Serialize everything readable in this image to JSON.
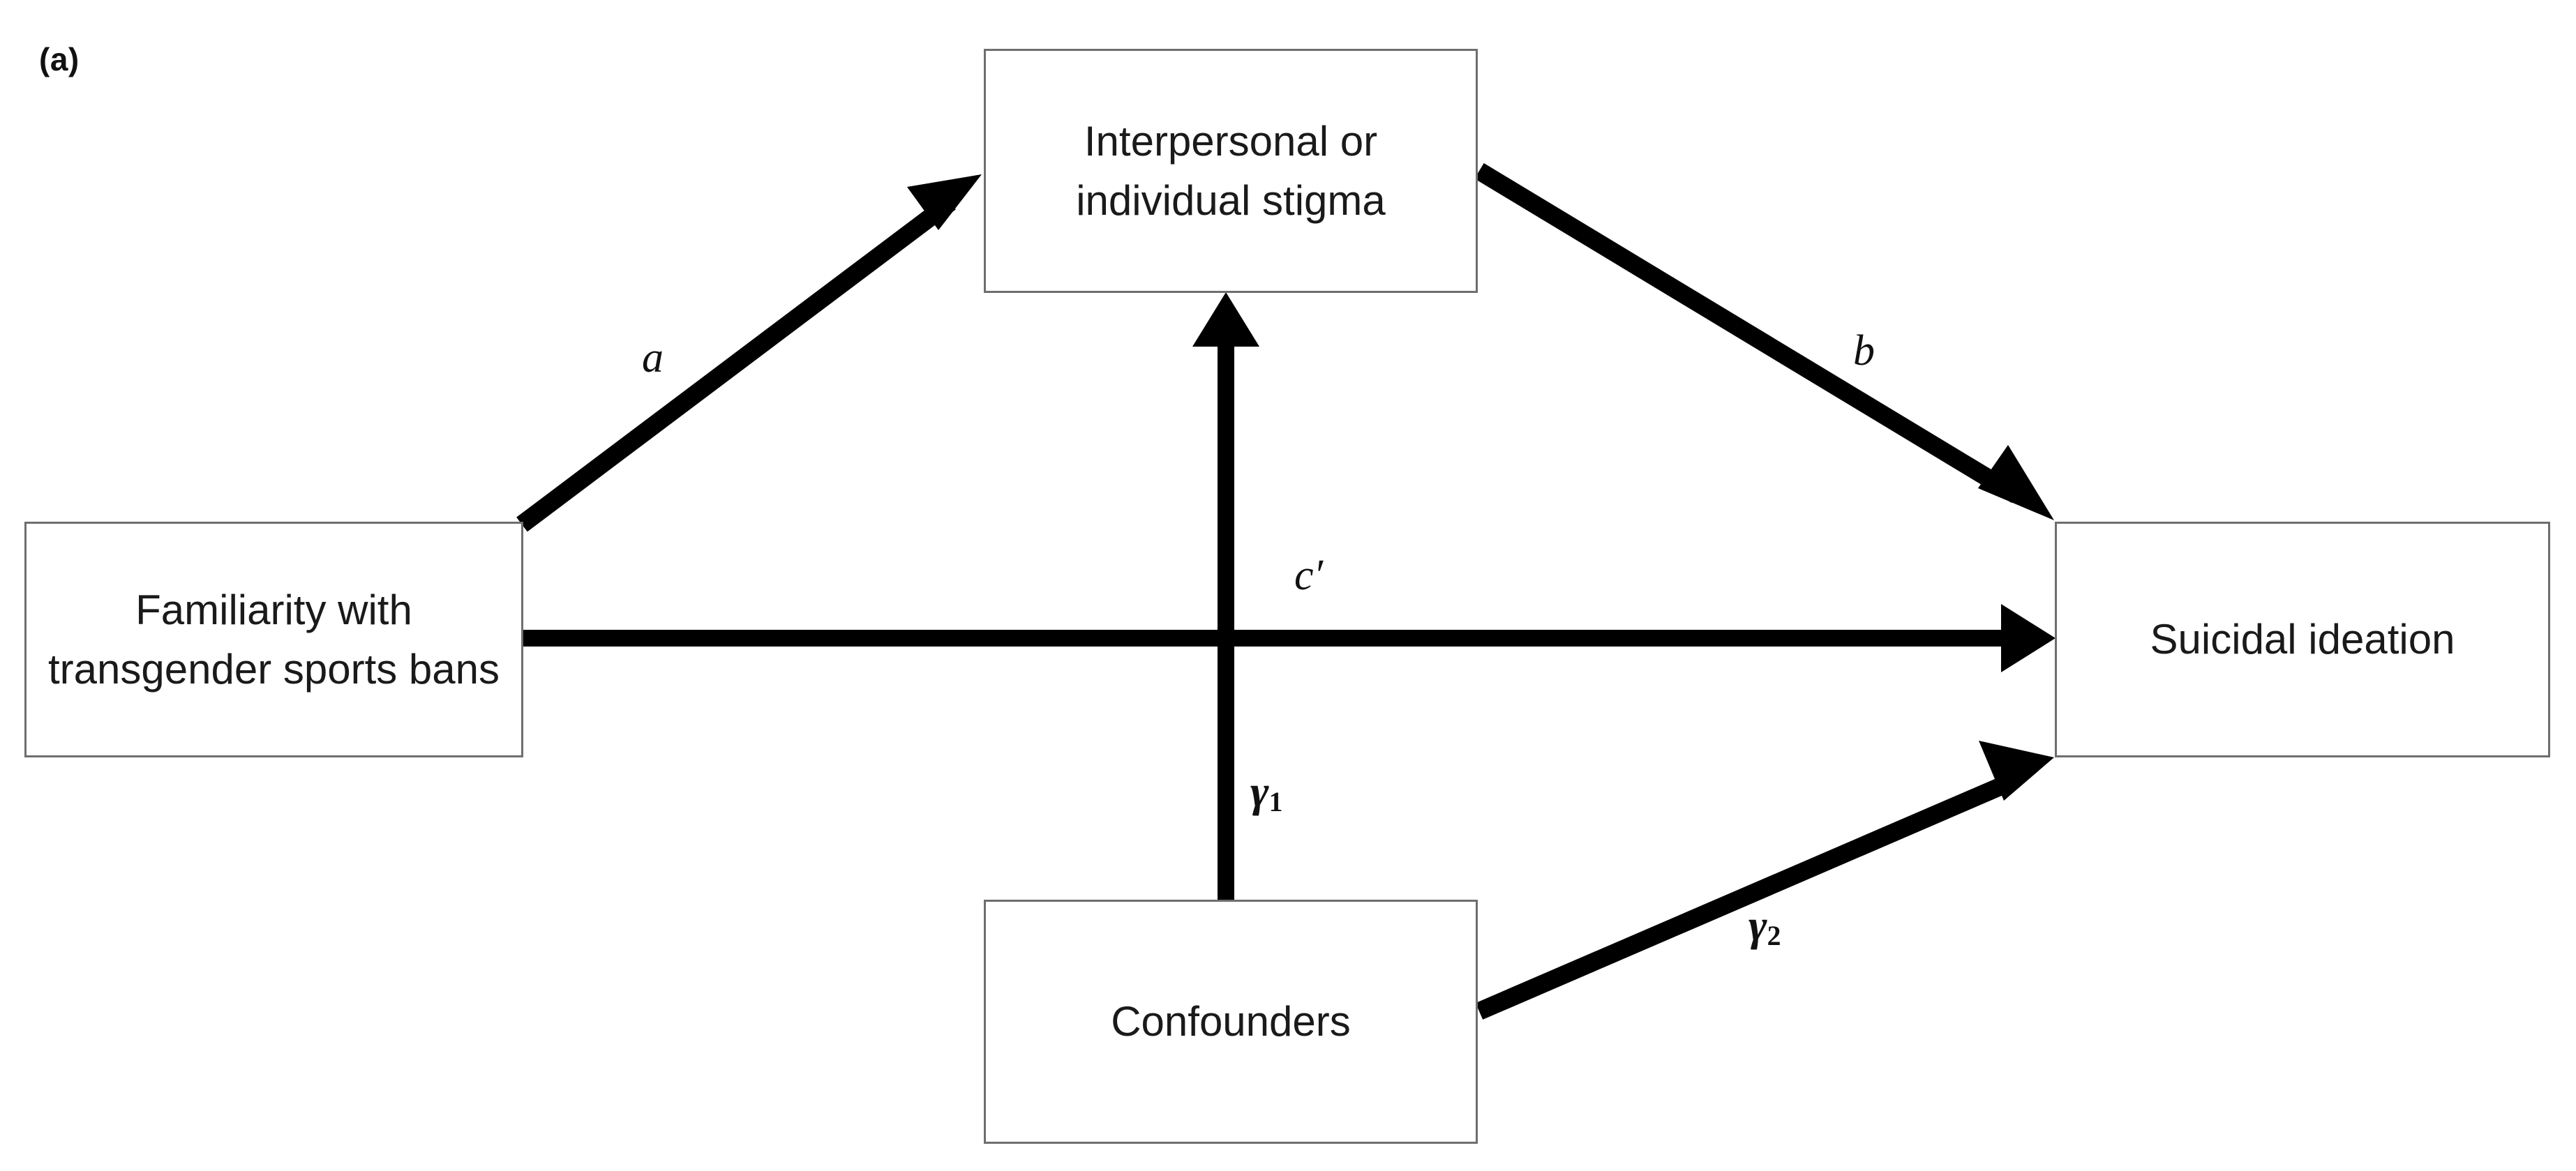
{
  "figure": {
    "panel_label": "(a)",
    "type": "mediation-path-diagram",
    "background_color": "#ffffff",
    "node_border_color": "#6e6e6e",
    "edge_color": "#000000",
    "text_color": "#1a1a1a"
  },
  "nodes": {
    "exposure": {
      "label": "Familiarity with transgender sports bans"
    },
    "mediator": {
      "label": "Interpersonal or individual stigma"
    },
    "outcome": {
      "label": "Suicidal ideation"
    },
    "confounders": {
      "label": "Confounders"
    }
  },
  "edges": {
    "a": {
      "label": "a",
      "from": "exposure",
      "to": "mediator"
    },
    "b": {
      "label": "b",
      "from": "mediator",
      "to": "outcome"
    },
    "c_prime": {
      "label": "c′",
      "from": "exposure",
      "to": "outcome"
    },
    "gamma1": {
      "label": "γ",
      "subscript": "1",
      "from": "confounders",
      "to": "mediator"
    },
    "gamma2": {
      "label": "γ",
      "subscript": "2",
      "from": "confounders",
      "to": "outcome"
    }
  },
  "chart_data": {
    "type": "diagram",
    "title": "(a)",
    "nodes": [
      "Familiarity with transgender sports bans",
      "Interpersonal or individual stigma",
      "Suicidal ideation",
      "Confounders"
    ],
    "edges": [
      {
        "source": "Familiarity with transgender sports bans",
        "target": "Interpersonal or individual stigma",
        "label": "a"
      },
      {
        "source": "Interpersonal or individual stigma",
        "target": "Suicidal ideation",
        "label": "b"
      },
      {
        "source": "Familiarity with transgender sports bans",
        "target": "Suicidal ideation",
        "label": "c′"
      },
      {
        "source": "Confounders",
        "target": "Interpersonal or individual stigma",
        "label": "γ1"
      },
      {
        "source": "Confounders",
        "target": "Suicidal ideation",
        "label": "γ2"
      }
    ]
  }
}
